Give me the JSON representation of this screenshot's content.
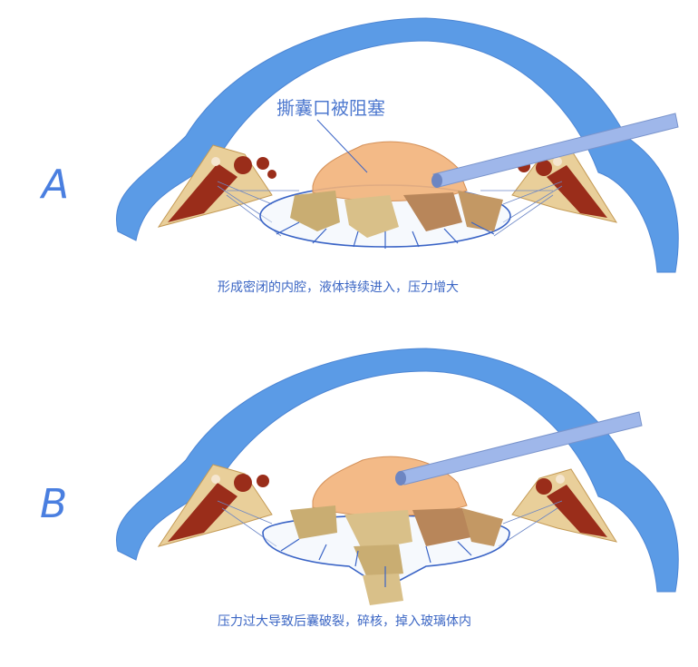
{
  "panels": [
    {
      "letter": "A",
      "callout": "撕囊口被阻塞",
      "caption": "形成密闭的内腔，液体持续进入，压力增大"
    },
    {
      "letter": "B",
      "caption": "压力过大导致后囊破裂，碎核，掉入玻璃体内"
    }
  ],
  "colors": {
    "cornea": "#5b9be6",
    "lens_nucleus": "#f2b27a",
    "fragments_tan": "#c9ad72",
    "fragments_brown": "#b8865a",
    "capsule_lines": "#3a64c6",
    "iris_red": "#9a2d1a",
    "iris_tan": "#e9cf9a",
    "probe": "#9fb7ea",
    "text_blue": "#3b66c4"
  },
  "icons": [
    "eye-cross-section",
    "phaco-probe",
    "flow-arrows"
  ]
}
